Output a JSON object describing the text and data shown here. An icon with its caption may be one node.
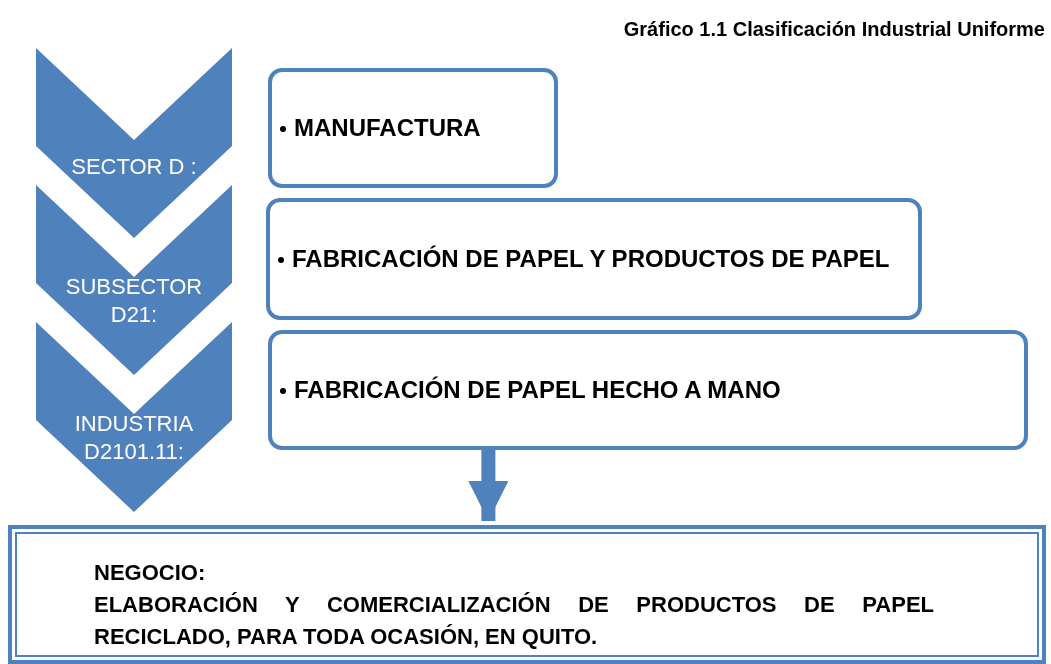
{
  "diagram": {
    "title": "Gráfico 1.1 Clasificación Industrial Uniforme",
    "nodes": [
      {
        "text": [
          "SECTOR D :"
        ]
      },
      {
        "text": [
          "MANUFACTURA"
        ]
      },
      {
        "text": [
          "SUBSECTOR D21:"
        ]
      },
      {
        "text": [
          "FABRICACIÓN DE PAPEL Y PRODUCTOS DE PAPEL"
        ]
      },
      {
        "text": [
          "INDUSTRIA D2101.11:"
        ]
      },
      {
        "text": [
          "FABRICACIÓN DE PAPEL HECHO A MANO"
        ]
      },
      {
        "text": [
          "NEGOCIO:",
          "ELABORACIÓN Y COMERCIALIZACIÓN DE PRODUCTOS DE PAPEL RECICLADO, PARA TODA OCASIÓN, EN QUITO."
        ]
      }
    ],
    "edges": [
      {
        "from": 5,
        "to": 6,
        "arrow": "to"
      }
    ]
  }
}
